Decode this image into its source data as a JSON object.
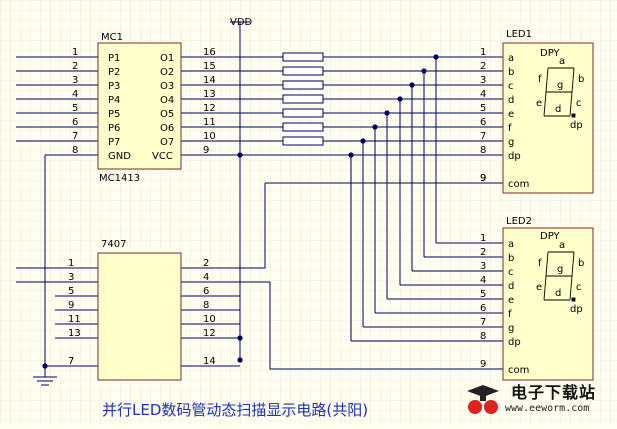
{
  "vdd_label": "VDD",
  "mc1": {
    "designator": "MC1",
    "part": "MC1413",
    "left_pins": [
      {
        "num": "1",
        "name": "P1"
      },
      {
        "num": "2",
        "name": "P2"
      },
      {
        "num": "3",
        "name": "P3"
      },
      {
        "num": "4",
        "name": "P4"
      },
      {
        "num": "5",
        "name": "P5"
      },
      {
        "num": "6",
        "name": "P6"
      },
      {
        "num": "7",
        "name": "P7"
      },
      {
        "num": "8",
        "name": "GND"
      }
    ],
    "right_pins": [
      {
        "num": "16",
        "name": "O1"
      },
      {
        "num": "15",
        "name": "O2"
      },
      {
        "num": "14",
        "name": "O3"
      },
      {
        "num": "13",
        "name": "O4"
      },
      {
        "num": "12",
        "name": "O5"
      },
      {
        "num": "11",
        "name": "O6"
      },
      {
        "num": "10",
        "name": "O7"
      },
      {
        "num": "9",
        "name": "VCC"
      }
    ]
  },
  "ic7407": {
    "designator": "7407",
    "left_pins": [
      "1",
      "3",
      "5",
      "9",
      "11",
      "13",
      "7"
    ],
    "right_pins": [
      "2",
      "4",
      "6",
      "8",
      "10",
      "12",
      "14"
    ]
  },
  "led1": {
    "designator": "LED1",
    "type": "DPY",
    "pin_nums": [
      "1",
      "2",
      "3",
      "4",
      "5",
      "6",
      "7",
      "8",
      "9"
    ],
    "pin_names": [
      "a",
      "b",
      "c",
      "d",
      "e",
      "f",
      "g",
      "dp",
      "com"
    ],
    "seg_labels": [
      "a",
      "b",
      "c",
      "d",
      "e",
      "f",
      "g",
      "dp"
    ]
  },
  "led2": {
    "designator": "LED2",
    "type": "DPY",
    "pin_nums": [
      "1",
      "2",
      "3",
      "4",
      "5",
      "6",
      "7",
      "8",
      "9"
    ],
    "pin_names": [
      "a",
      "b",
      "c",
      "d",
      "e",
      "f",
      "g",
      "dp",
      "com"
    ],
    "seg_labels": [
      "a",
      "b",
      "c",
      "d",
      "e",
      "f",
      "g",
      "dp"
    ]
  },
  "caption": "并行LED数码管动态扫描显示电路(共阳)",
  "watermark": {
    "title": "电子下载站",
    "url": "www.eeworm.com"
  }
}
